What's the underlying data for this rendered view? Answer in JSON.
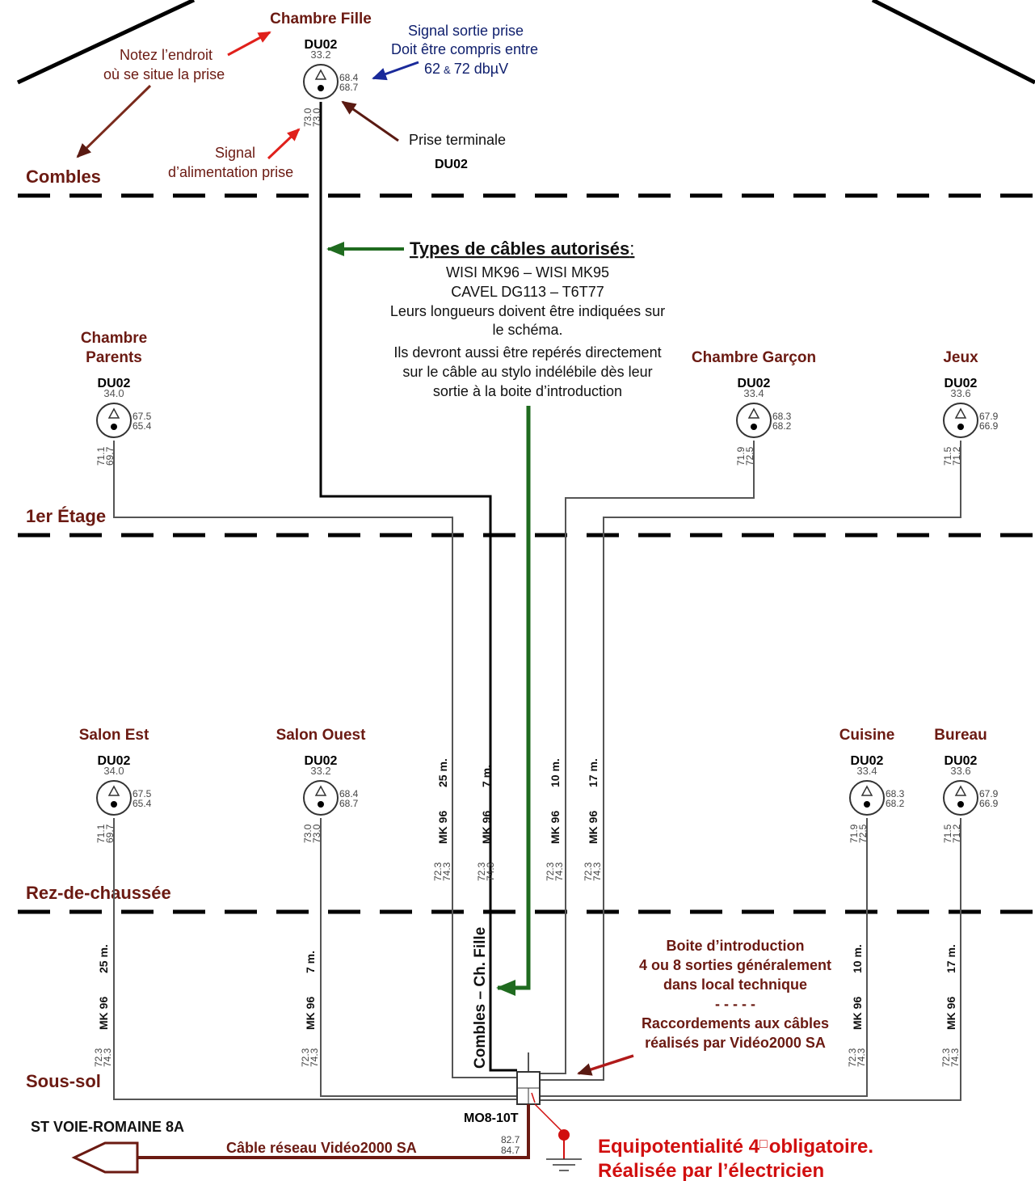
{
  "floors": {
    "combles": "Combles",
    "etage1": "1er Étage",
    "rdc": "Rez-de-chaussée",
    "soussol": "Sous-sol"
  },
  "outlets": [
    {
      "id": "chambre-fille",
      "room": "Chambre Fille",
      "model": "DU02",
      "top_value": "33.2",
      "right_values": [
        "68.4",
        "68.7"
      ],
      "left_values": [
        "73.0",
        "73.0"
      ]
    },
    {
      "id": "chambre-parents",
      "room": [
        "Chambre",
        "Parents"
      ],
      "model": "DU02",
      "top_value": "34.0",
      "right_values": [
        "67.5",
        "65.4"
      ],
      "left_values": [
        "71.1",
        "69.7"
      ]
    },
    {
      "id": "chambre-garcon",
      "room": "Chambre Garçon",
      "model": "DU02",
      "top_value": "33.4",
      "right_values": [
        "68.3",
        "68.2"
      ],
      "left_values": [
        "71.9",
        "72.5"
      ]
    },
    {
      "id": "jeux",
      "room": "Jeux",
      "model": "DU02",
      "top_value": "33.6",
      "right_values": [
        "67.9",
        "66.9"
      ],
      "left_values": [
        "71.5",
        "71.2"
      ]
    },
    {
      "id": "salon-est",
      "room": "Salon Est",
      "model": "DU02",
      "top_value": "34.0",
      "right_values": [
        "67.5",
        "65.4"
      ],
      "left_values": [
        "71.1",
        "69.7"
      ]
    },
    {
      "id": "salon-ouest",
      "room": "Salon Ouest",
      "model": "DU02",
      "top_value": "33.2",
      "right_values": [
        "68.4",
        "68.7"
      ],
      "left_values": [
        "73.0",
        "73.0"
      ]
    },
    {
      "id": "cuisine",
      "room": "Cuisine",
      "model": "DU02",
      "top_value": "33.4",
      "right_values": [
        "68.3",
        "68.2"
      ],
      "left_values": [
        "71.9",
        "72.5"
      ]
    },
    {
      "id": "bureau",
      "room": "Bureau",
      "model": "DU02",
      "top_value": "33.6",
      "right_values": [
        "67.9",
        "66.9"
      ],
      "left_values": [
        "71.5",
        "71.2"
      ]
    }
  ],
  "annotations": {
    "notez": [
      "Notez l’endroit",
      "où se situe la prise"
    ],
    "signal_sortie": [
      "Signal sortie prise",
      "Doit être compris entre"
    ],
    "signal_range": {
      "low": "62",
      "amp": "&",
      "high": "72 dbµV"
    },
    "prise_terminale": "Prise terminale",
    "prise_terminale_model": "DU02",
    "signal_alim": [
      "Signal",
      "d’alimentation prise"
    ],
    "types_title": "Types de câbles autorisés",
    "types_colon": ":",
    "types_lines": [
      "WISI MK96 – WISI MK95",
      "CAVEL DG113 – T6T77",
      "Leurs longueurs doivent être indiquées sur",
      "le schéma.",
      "Ils devront aussi être repérés directement",
      "sur le câble au stylo indélébile dès leur",
      "sortie à la boite d’introduction"
    ],
    "boite_lines": [
      "Boite d’introduction",
      "4 ou 8 sorties généralement",
      "dans local technique",
      "- - - - -",
      "Raccordements aux câbles",
      "réalisés par Vidéo2000 SA"
    ],
    "combles_fille": "Combles – Ch. Fille",
    "address": "ST VOIE-ROMAINE 8A",
    "cable_reseau": "Câble réseau Vidéo2000 SA",
    "box_model": "MO8-10T",
    "box_values": [
      "82.7",
      "84.7"
    ],
    "equi_line1": "Equipotentialité 4",
    "equi_box": "□",
    "equi_line1_end": "obligatoire.",
    "equi_line2": "Réalisée par l’électricien"
  },
  "cables": [
    {
      "id": "c1",
      "type": "MK 96",
      "length": "25 m.",
      "values": [
        "72.3",
        "74.3"
      ]
    },
    {
      "id": "c2",
      "type": "MK 96",
      "length": "7 m.",
      "values": [
        "72.3",
        "74.3"
      ]
    },
    {
      "id": "c3",
      "type": "MK 96",
      "length": "10 m.",
      "values": [
        "72.3",
        "74.3"
      ]
    },
    {
      "id": "c4",
      "type": "MK 96",
      "length": "17 m.",
      "values": [
        "72.3",
        "74.3"
      ]
    },
    {
      "id": "c5",
      "type": "MK 96",
      "length": "25 m.",
      "values": [
        "72.3",
        "74.3"
      ]
    },
    {
      "id": "c6",
      "type": "MK 96",
      "length": "7 m.",
      "values": [
        "72.3",
        "74.3"
      ]
    },
    {
      "id": "c7",
      "type": "MK 96",
      "length": "10 m.",
      "values": [
        "72.3",
        "74.3"
      ]
    },
    {
      "id": "c8",
      "type": "MK 96",
      "length": "17 m.",
      "values": [
        "72.3",
        "74.3"
      ]
    }
  ],
  "colors": {
    "maroon": "#6b1a12",
    "green": "#1f6b1f",
    "blue": "#1a2a9a",
    "red": "#d10f0f"
  }
}
